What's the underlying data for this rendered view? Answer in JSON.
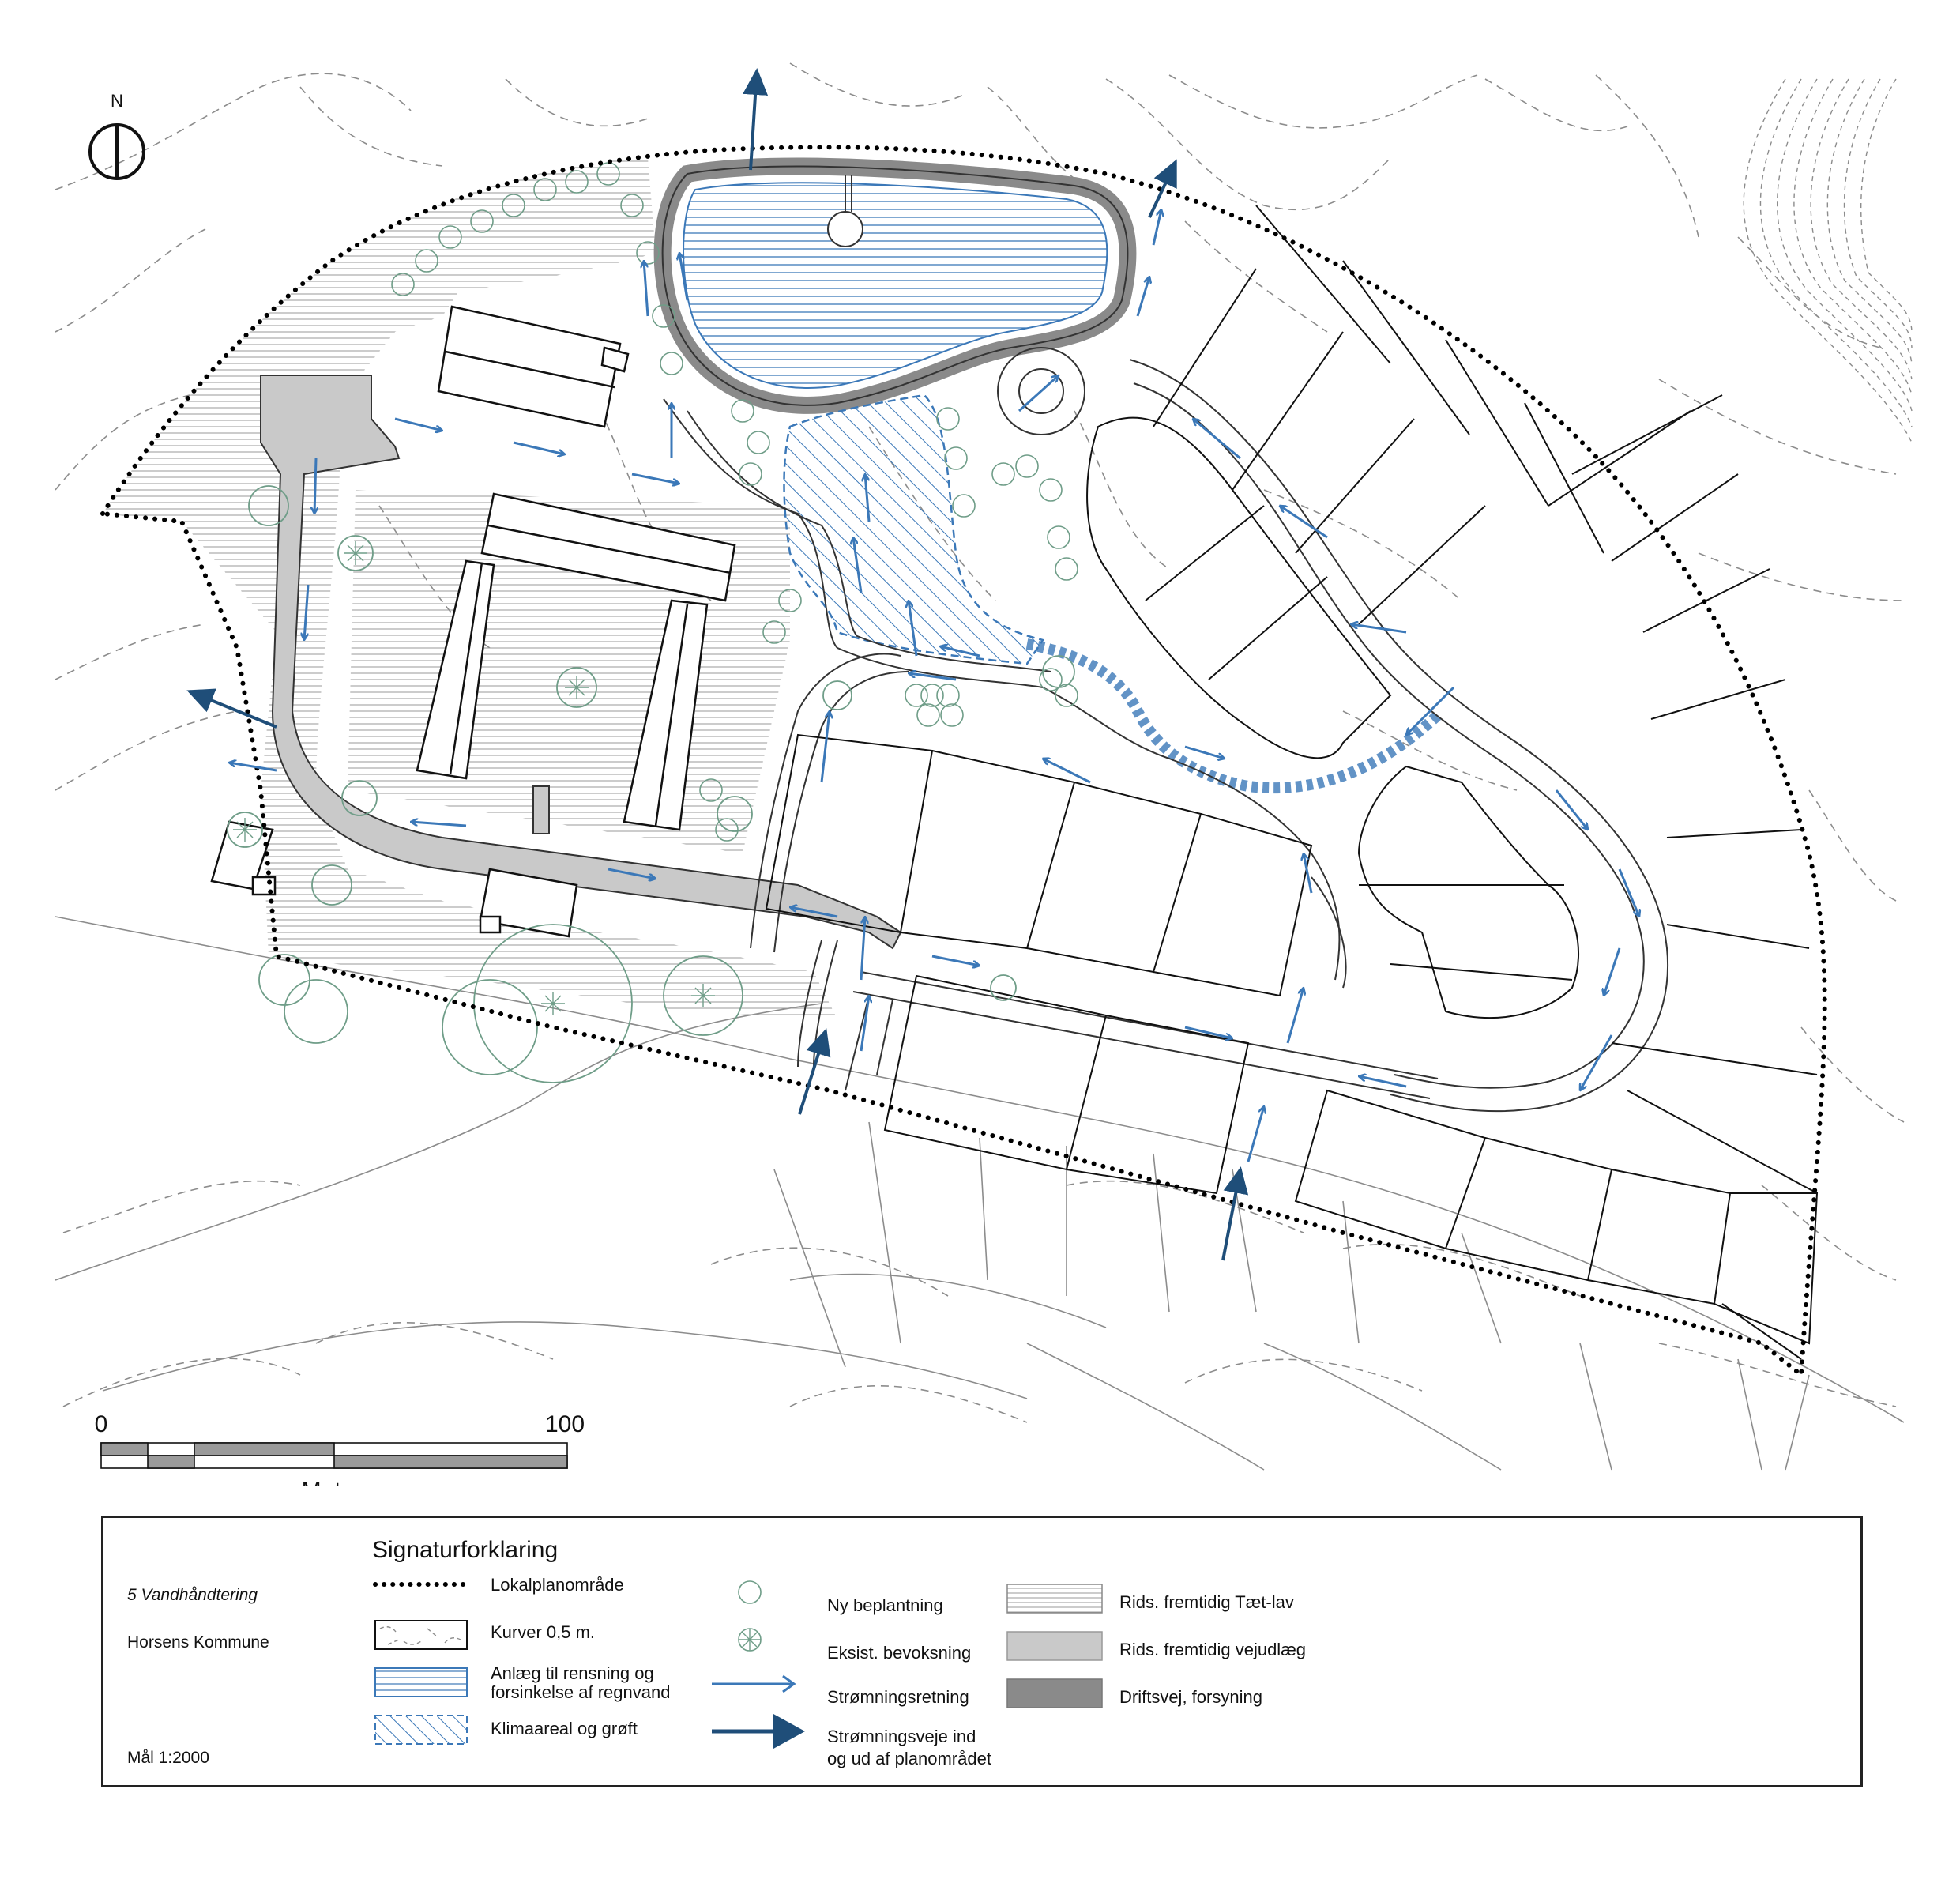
{
  "map": {
    "north_label": "N",
    "scale_bar": {
      "start": "0",
      "end": "100",
      "unit": "Meter"
    }
  },
  "legend": {
    "title": "Signaturforklaring",
    "sheet": "5 Vandhåndtering",
    "municipality": "Horsens Kommune",
    "scale": "Mål 1:2000",
    "items": [
      {
        "id": "lokalplanomraade",
        "label": "Lokalplanområde"
      },
      {
        "id": "kurver",
        "label": "Kurver 0,5 m."
      },
      {
        "id": "anlaeg_line1",
        "label": "Anlæg til rensning og"
      },
      {
        "id": "anlaeg_line2",
        "label": "forsinkelse af regnvand"
      },
      {
        "id": "klimaareal",
        "label": "Klimaareal og grøft"
      },
      {
        "id": "ny_beplantning",
        "label": "Ny beplantning"
      },
      {
        "id": "eksist_bevoksning",
        "label": "Eksist. bevoksning"
      },
      {
        "id": "stroemningsretning",
        "label": "Strømningsretning"
      },
      {
        "id": "stroemningsveje_line1",
        "label": "Strømningsveje ind"
      },
      {
        "id": "stroemningsveje_line2",
        "label": "og ud af planområdet"
      },
      {
        "id": "taet_lav",
        "label": "Rids. fremtidig Tæt-lav"
      },
      {
        "id": "vejudlaeg",
        "label": "Rids. fremtidig vejudlæg"
      },
      {
        "id": "driftsvej",
        "label": "Driftsvej, forsyning"
      }
    ]
  },
  "colors": {
    "flow_arrow": "#3b78b8",
    "main_flow_arrow": "#1f4e79",
    "water_hatch": "#3b78b8",
    "tree_green": "#6f9d88",
    "road_fill": "#c9c9c9",
    "service_road": "#8a8a8a",
    "contour": "#8c8c8c",
    "boundary": "#000000"
  }
}
